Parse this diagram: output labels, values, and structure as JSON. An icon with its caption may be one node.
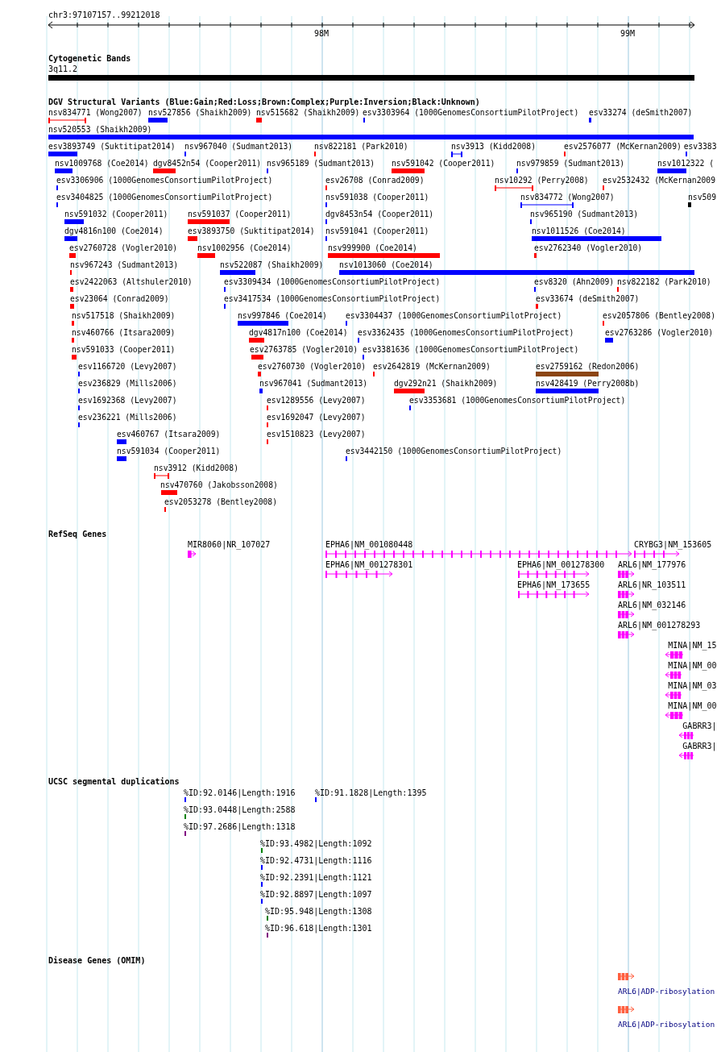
{
  "diagram": {
    "labels": [
      "chr3:97107157..99212018",
      "98M",
      "99M",
      "Cytogenetic Bands",
      "3q11.2",
      "DGV Structural Variants (Blue:Gain;Red:Loss;Brown:Complex;Purple:Inversion;Black:Unknown)",
      "nsv834771 (Wong2007)",
      "nsv527856 (Shaikh2009)",
      "nsv515682 (Shaikh2009)",
      "esv3303964 (1000GenomesConsortiumPilotProject)",
      "esv33274 (deSmith2007)",
      "nsv520553 (Shaikh2009)",
      "esv3893749 (Suktitipat2014)",
      "nsv967040 (Sudmant2013)",
      "nsv822181 (Park2010)",
      "nsv3913 (Kidd2008)",
      "esv2576077 (McKernan2009)",
      "esv3383",
      "nsv1009768 (Coe2014)",
      "dgv8452n54 (Cooper2011)",
      "nsv965189 (Sudmant2013)",
      "nsv591042 (Cooper2011)",
      "nsv979859 (Sudmant2013)",
      "nsv1012322 (",
      "esv3306906 (1000GenomesConsortiumPilotProject)",
      "esv26708 (Conrad2009)",
      "nsv10292 (Perry2008)",
      "esv2532432 (McKernan2009",
      "esv3404825 (1000GenomesConsortiumPilotProject)",
      "nsv591038 (Cooper2011)",
      "nsv834772 (Wong2007)",
      "nsv509",
      "nsv591032 (Cooper2011)",
      "nsv591037 (Cooper2011)",
      "dgv8453n54 (Cooper2011)",
      "nsv965190 (Sudmant2013)",
      "dgv4816n100 (Coe2014)",
      "esv3893750 (Suktitipat2014)",
      "nsv591041 (Cooper2011)",
      "nsv1011526 (Coe2014)",
      "esv2760728 (Vogler2010)",
      "nsv1002956 (Coe2014)",
      "nsv999900 (Coe2014)",
      "esv2762340 (Vogler2010)",
      "nsv967243 (Sudmant2013)",
      "nsv522087 (Shaikh2009)",
      "nsv1013060 (Coe2014)",
      "esv2422063 (Altshuler2010)",
      "esv3309434 (1000GenomesConsortiumPilotProject)",
      "esv8320 (Ahn2009)",
      "nsv822182 (Park2010)",
      "esv23064 (Conrad2009)",
      "esv3417534 (1000GenomesConsortiumPilotProject)",
      "esv33674 (deSmith2007)",
      "nsv517518 (Shaikh2009)",
      "nsv997846 (Coe2014)",
      "esv3304437 (1000GenomesConsortiumPilotProject)",
      "esv2057806 (Bentley2008)",
      "nsv460766 (Itsara2009)",
      "dgv4817n100 (Coe2014)",
      "esv3362435 (1000GenomesConsortiumPilotProject)",
      "esv2763286 (Vogler2010)",
      "nsv591033 (Cooper2011)",
      "esv2763785 (Vogler2010)",
      "esv3381636 (1000GenomesConsortiumPilotProject)",
      "esv1166720 (Levy2007)",
      "esv2760730 (Vogler2010)",
      "esv2642819 (McKernan2009)",
      "esv2759162 (Redon2006)",
      "esv236829 (Mills2006)",
      "nsv967041 (Sudmant2013)",
      "dgv292n21 (Shaikh2009)",
      "nsv428419 (Perry2008b)",
      "esv1692368 (Levy2007)",
      "esv1289556 (Levy2007)",
      "esv3353681 (1000GenomesConsortiumPilotProject)",
      "esv236221 (Mills2006)",
      "esv1692047 (Levy2007)",
      "esv460767 (Itsara2009)",
      "esv1510823 (Levy2007)",
      "nsv591034 (Cooper2011)",
      "esv3442150 (1000GenomesConsortiumPilotProject)",
      "nsv3912 (Kidd2008)",
      "nsv470760 (Jakobsson2008)",
      "esv2053278 (Bentley2008)",
      "RefSeq Genes",
      "MIR8060|NR_107027",
      "EPHA6|NM_001080448",
      "CRYBG3|NM_153605",
      "EPHA6|NM_001278301",
      "EPHA6|NM_001278300",
      "ARL6|NM_177976",
      "EPHA6|NM_173655",
      "ARL6|NR_103511",
      "ARL6|NM_032146",
      "ARL6|NM_001278293",
      "MINA|NM_15",
      "MINA|NM_00",
      "MINA|NM_03",
      "MINA|NM_00",
      "GABRR3|",
      "GABRR3|",
      "UCSC segmental duplications",
      "%ID:92.0146|Length:1916",
      "%ID:91.1828|Length:1395",
      "%ID:93.0448|Length:2588",
      "%ID:97.2686|Length:1318",
      "%ID:93.4982|Length:1092",
      "%ID:92.4731|Length:1116",
      "%ID:92.2391|Length:1121",
      "%ID:92.8897|Length:1097",
      "%ID:95.948|Length:1308",
      "%ID:96.618|Length:1301",
      "Disease Genes (OMIM)",
      "ARL6|ADP-ribosylation",
      "ARL6|ADP-ribosylation"
    ]
  }
}
